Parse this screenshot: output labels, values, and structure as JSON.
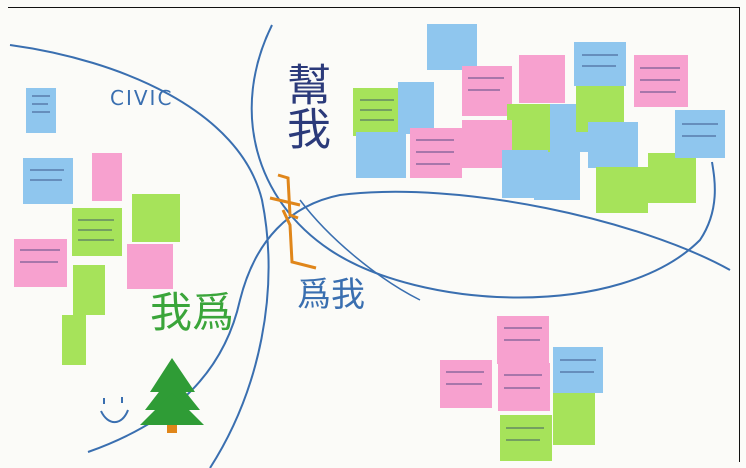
{
  "board": {
    "labels": {
      "civic": "CIVIC",
      "help_me": "幫我",
      "for_me": "爲我",
      "me_for": "我爲",
      "smiley": "◡"
    }
  },
  "colors": {
    "paper": "#fbfbf8",
    "pen_blue": "#3a6fb0",
    "pen_green": "#3aa53a",
    "pen_orange": "#e0861a",
    "pen_navy": "#2b3a7a",
    "note_blue": "#8fc6ee",
    "note_pink": "#f7a1cf",
    "note_green": "#a6e35a"
  }
}
